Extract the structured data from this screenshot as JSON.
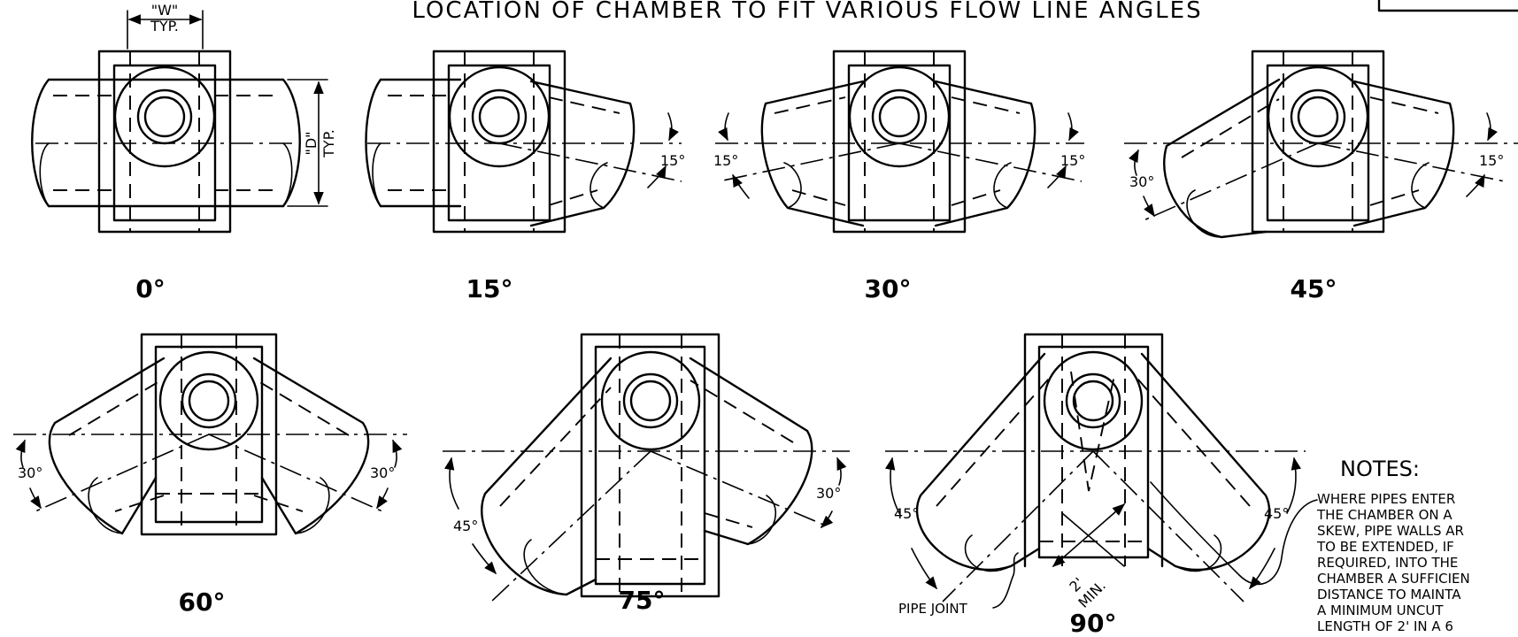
{
  "title": "LOCATION OF CHAMBER TO FIT VARIOUS FLOW LINE ANGLES",
  "dimensions": {
    "w_label": "\"W\"",
    "w_typ": "TYP.",
    "d_label": "\"D\"",
    "d_typ": "TYP."
  },
  "views": [
    {
      "label": "0°"
    },
    {
      "label": "15°",
      "angle": "15°"
    },
    {
      "label": "30°",
      "angle_left": "15°",
      "angle_right": "15°"
    },
    {
      "label": "45°",
      "angle_left": "30°",
      "angle_right": "15°"
    },
    {
      "label": "60°",
      "angle_left": "30°",
      "angle_right": "30°"
    },
    {
      "label": "75°",
      "angle_left": "45°",
      "angle_right": "30°"
    },
    {
      "label": "90°",
      "angle_left": "45°",
      "angle_right": "45°"
    }
  ],
  "callouts": {
    "pipe_joint": "PIPE JOINT",
    "two_ft": "2'",
    "min": "MIN."
  },
  "notes": {
    "heading": "NOTES:",
    "lines": [
      "WHERE PIPES ENTER",
      "THE CHAMBER ON A",
      "SKEW, PIPE WALLS AR",
      "TO BE EXTENDED, IF",
      "REQUIRED, INTO THE",
      "CHAMBER A SUFFICIEN",
      "DISTANCE TO MAINTA",
      "A MINIMUM UNCUT",
      "LENGTH OF 2' IN A 6"
    ]
  }
}
